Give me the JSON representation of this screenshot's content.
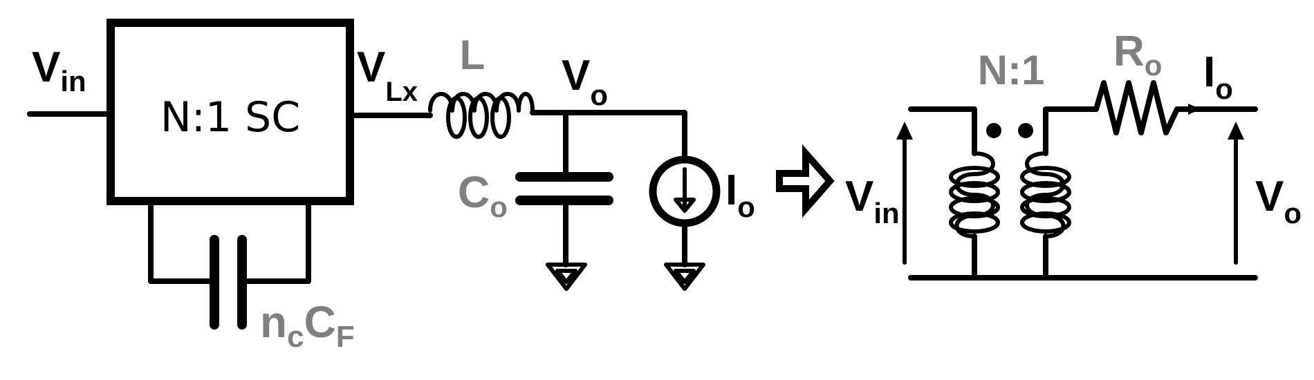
{
  "colors": {
    "line": "#000000",
    "grey_label": "#7f7f7f",
    "background": "#ffffff"
  },
  "left_circuit": {
    "input_label_main": "V",
    "input_label_sub": "in",
    "block_label": "N:1 SC",
    "switch_node_label_main": "V",
    "switch_node_label_sub": "Lx",
    "inductor_label": "L",
    "output_label_main": "V",
    "output_label_sub": "o",
    "output_cap_label_main": "C",
    "output_cap_label_sub": "o",
    "load_current_label_main": "I",
    "load_current_label_sub": "o",
    "flying_cap_label_n": "n",
    "flying_cap_label_n_sub": "c",
    "flying_cap_label_c": "C",
    "flying_cap_label_c_sub": "F"
  },
  "equivalent_circuit": {
    "transformer_label": "N:1",
    "resistor_label_main": "R",
    "resistor_label_sub": "o",
    "current_label_main": "I",
    "current_label_sub": "o",
    "input_label_main": "V",
    "input_label_sub": "in",
    "output_label_main": "V",
    "output_label_sub": "o"
  },
  "icons": {
    "equivalence_arrow": "double-arrow-right-icon",
    "ground": "ground-icon",
    "current_source": "current-source-icon",
    "transformer_dot": "polarity-dot-icon"
  }
}
